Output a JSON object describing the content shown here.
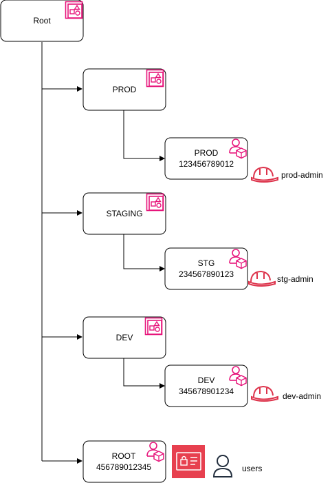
{
  "nodes": {
    "root_ou": {
      "label": "Root"
    },
    "prod_ou": {
      "label": "PROD"
    },
    "prod_account": {
      "name": "PROD",
      "id": "123456789012"
    },
    "prod_role": {
      "label": "prod-admin"
    },
    "staging_ou": {
      "label": "STAGING"
    },
    "stg_account": {
      "name": "STG",
      "id": "234567890123"
    },
    "stg_role": {
      "label": "stg-admin"
    },
    "dev_ou": {
      "label": "DEV"
    },
    "dev_account": {
      "name": "DEV",
      "id": "345678901234"
    },
    "dev_role": {
      "label": "dev-admin"
    },
    "root_account": {
      "name": "ROOT",
      "id": "456789012345"
    },
    "users": {
      "label": "users"
    }
  },
  "colors": {
    "pink": "#E7157B",
    "red": "#DD344C",
    "icon_red_fill": "#E7404F",
    "line": "#000000",
    "user_icon": "#232F3E"
  },
  "icons": {
    "org_unit": "organizations-ou-icon",
    "account": "organizations-account-icon",
    "role": "iam-role-helmet-icon",
    "identity_center": "iam-identity-center-icon",
    "user": "user-icon"
  }
}
